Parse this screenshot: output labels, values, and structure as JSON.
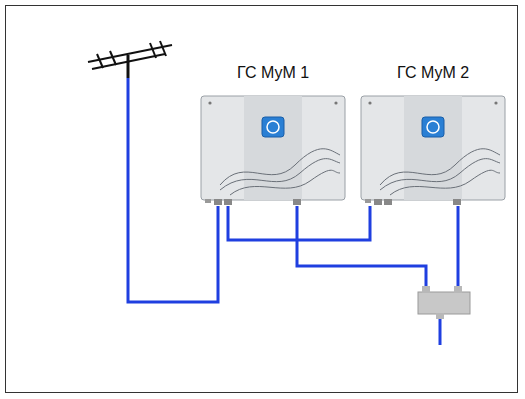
{
  "diagram": {
    "nodes": [
      {
        "text": [
          "ГС МуМ 1"
        ]
      },
      {
        "text": [
          "ГС МуМ 2"
        ]
      }
    ],
    "edges": [
      {
        "from": 0,
        "to": 1,
        "arrow": "none"
      }
    ]
  }
}
